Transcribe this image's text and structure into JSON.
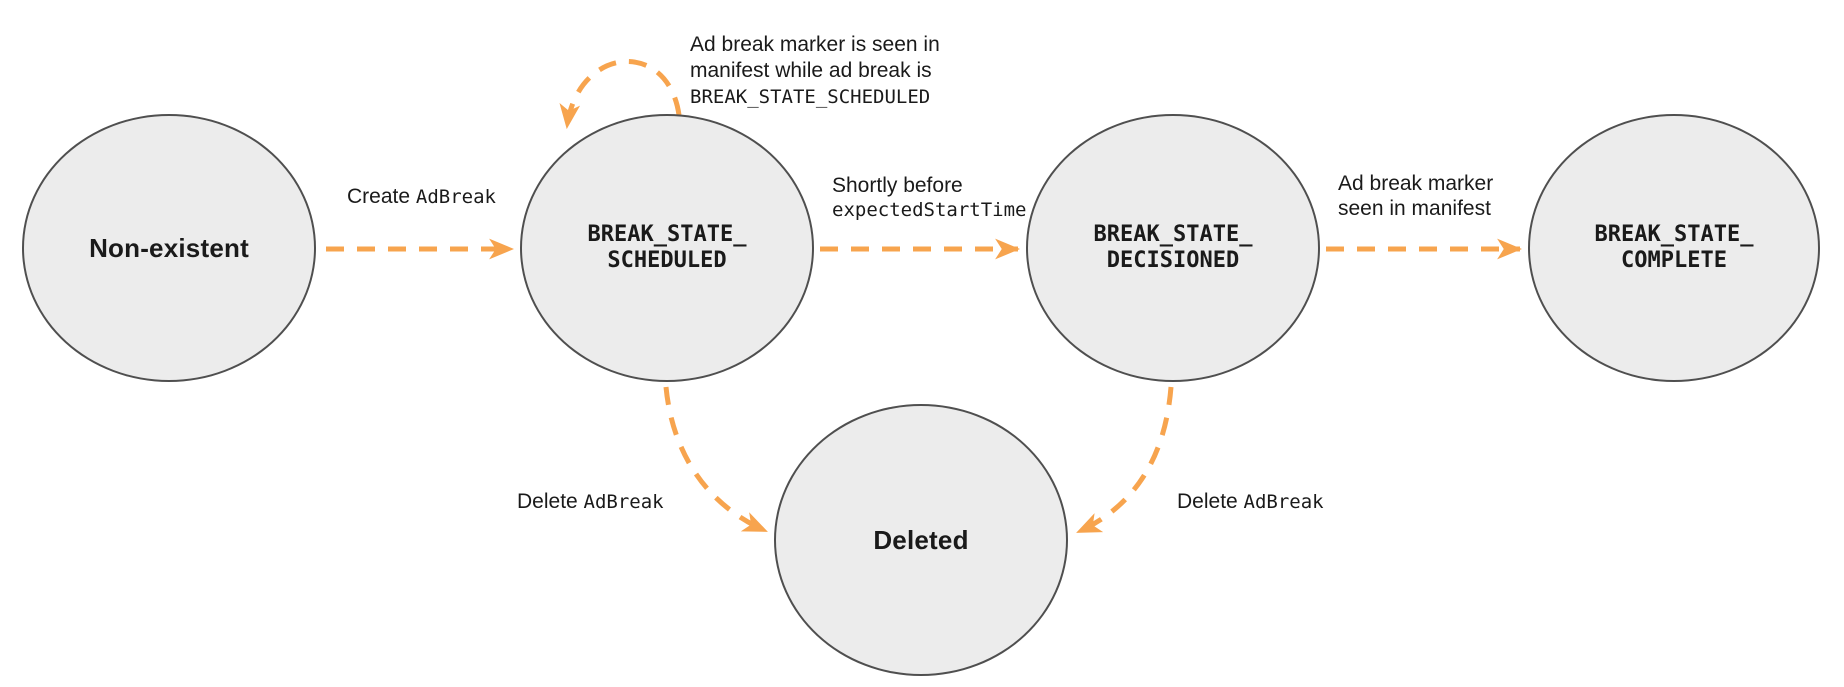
{
  "theme": {
    "accent": "#f7a44e",
    "nodeFill": "#ececec",
    "nodeBorder": "#4f4f4f",
    "textColor": "#1a1a1a",
    "background": "#ffffff"
  },
  "states": {
    "non_existent": {
      "label": "Non-existent"
    },
    "scheduled": {
      "line1": "BREAK_STATE_",
      "line2": "SCHEDULED"
    },
    "decisioned": {
      "line1": "BREAK_STATE_",
      "line2": "DECISIONED"
    },
    "complete": {
      "line1": "BREAK_STATE_",
      "line2": "COMPLETE"
    },
    "deleted": {
      "label": "Deleted"
    }
  },
  "transitions": {
    "create": {
      "text": "Create ",
      "code": "AdBreak"
    },
    "self_loop": {
      "line1": "Ad break marker is seen in",
      "line2": "manifest while ad break is",
      "code": "BREAK_STATE_SCHEDULED"
    },
    "to_decisioned": {
      "line1": "Shortly before",
      "code": "expectedStartTime"
    },
    "to_complete": {
      "line1": "Ad break marker",
      "line2": "seen in manifest"
    },
    "delete_from_scheduled": {
      "text": "Delete ",
      "code": "AdBreak"
    },
    "delete_from_decisioned": {
      "text": "Delete ",
      "code": "AdBreak"
    }
  }
}
